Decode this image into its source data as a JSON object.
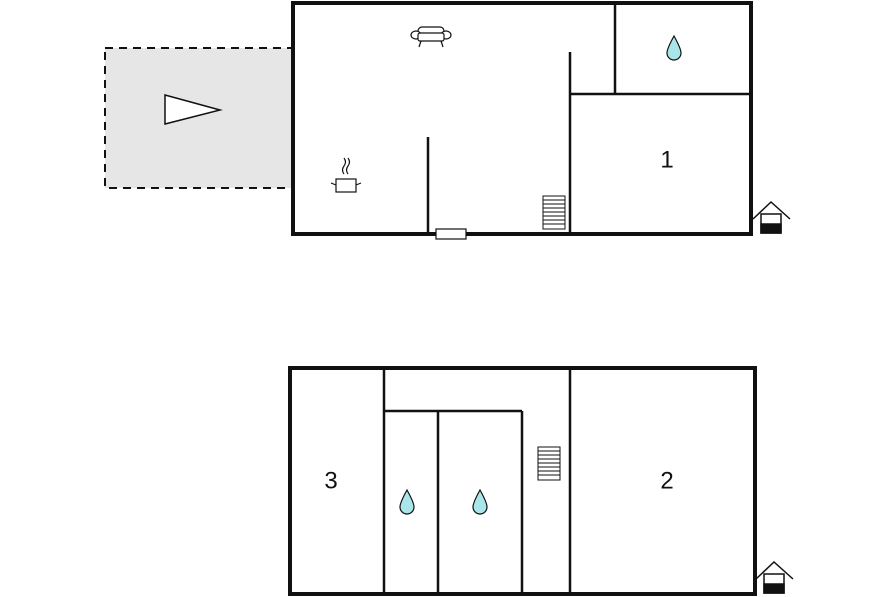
{
  "floor_plan": {
    "rooms": [
      {
        "label": "1"
      },
      {
        "label": "2"
      },
      {
        "label": "3"
      }
    ],
    "icons": {
      "terrace": "terrace-triangle-icon",
      "sofa": "sofa-icon",
      "kitchen": "cooking-pot-icon",
      "stairs": "stairs-icon",
      "water": "water-drop-icon",
      "entrance": "entrance-house-icon",
      "door": "door-icon"
    },
    "colors": {
      "wall": "#111111",
      "terrace_fill": "#e6e6e6",
      "water": "#a8e6ea",
      "background": "#ffffff"
    }
  }
}
